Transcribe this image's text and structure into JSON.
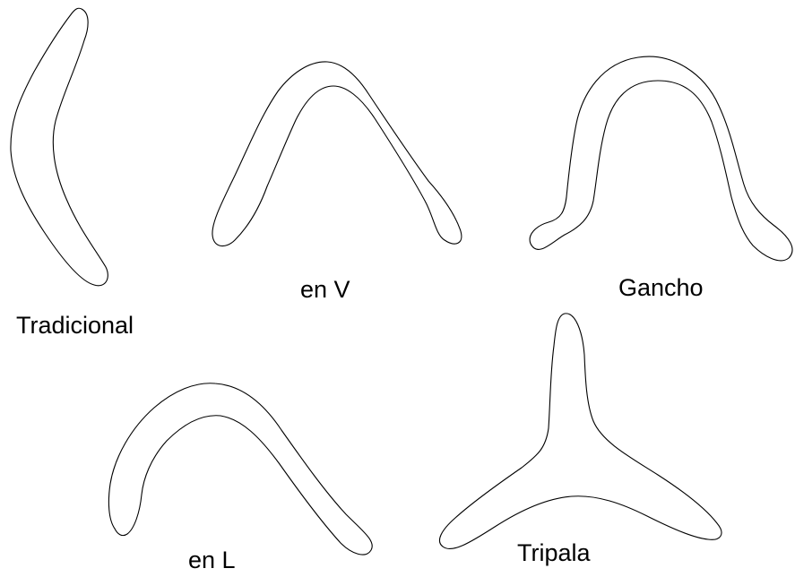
{
  "figure": {
    "labels": {
      "tradicional": "Tradicional",
      "en_v": "en V",
      "gancho": "Gancho",
      "en_l": "en L",
      "tripala": "Tripala"
    },
    "shapes": [
      "tradicional",
      "en-v",
      "gancho",
      "en-l",
      "tripala"
    ],
    "colors": {
      "outline": "#000000",
      "fill": "#ffffff",
      "background": "#ffffff"
    }
  }
}
